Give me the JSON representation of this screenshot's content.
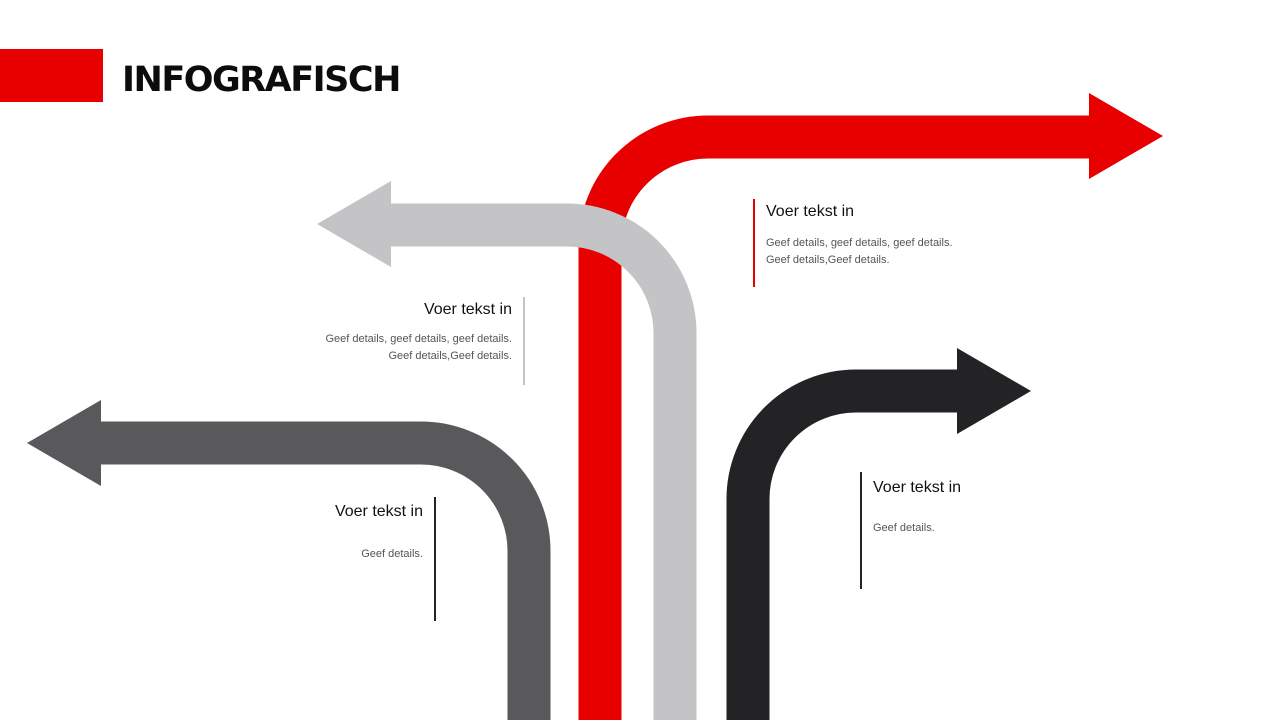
{
  "title": "INFOGRAFISCH",
  "colors": {
    "accent": "#e80000",
    "light_gray": "#c4c3c5",
    "dark_gray": "#59585b",
    "black": "#232225"
  },
  "callouts": [
    {
      "heading": "Voer tekst in",
      "details": [
        "Geef details, geef details, geef details.",
        "Geef details,Geef details."
      ],
      "color": "#e80000"
    },
    {
      "heading": "Voer tekst in",
      "details": [
        "Geef details, geef details, geef details.",
        "Geef details,Geef details."
      ],
      "color": "#c4c3c5"
    },
    {
      "heading": "Voer tekst in",
      "details": [
        "Geef details."
      ],
      "color": "#232225"
    },
    {
      "heading": "Voer tekst in",
      "details": [
        "Geef details."
      ],
      "color": "#232225"
    }
  ]
}
